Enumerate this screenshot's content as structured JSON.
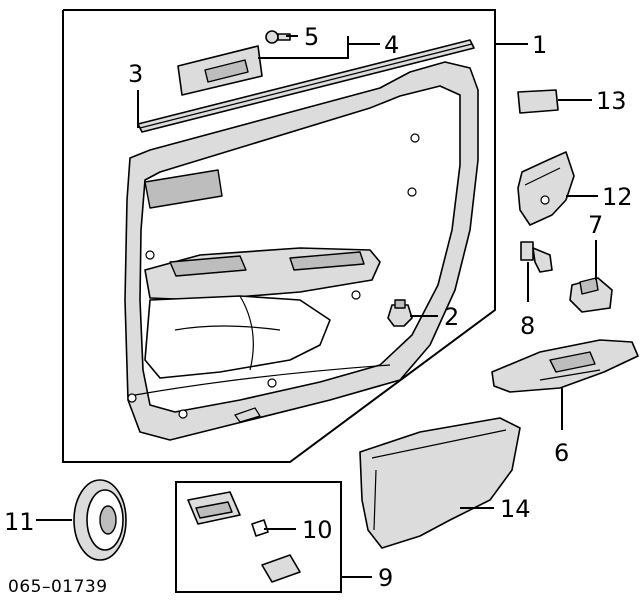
{
  "diagram_code": "065–01739",
  "callouts": {
    "c1": "1",
    "c2": "2",
    "c3": "3",
    "c4": "4",
    "c5": "5",
    "c6": "6",
    "c7": "7",
    "c8": "8",
    "c9": "9",
    "c10": "10",
    "c11": "11",
    "c12": "12",
    "c13": "13",
    "c14": "14"
  },
  "icons": [
    "door-trim-panel-icon",
    "speaker-icon",
    "switch-base-icon",
    "clip-icon",
    "bulb-icon"
  ]
}
